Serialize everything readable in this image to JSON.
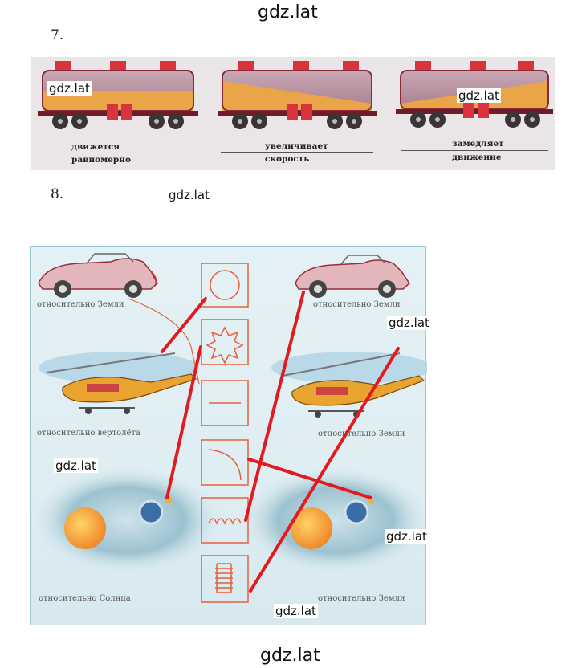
{
  "watermarks": {
    "top": "gdz.lat",
    "tank1": "gdz.lat",
    "tank3": "gdz.lat",
    "after8": "gdz.lat",
    "fig_right_top": "gdz.lat",
    "fig_left_mid": "gdz.lat",
    "fig_right_bottom": "gdz.lat",
    "fig_bottom": "gdz.lat",
    "bottom": "gdz.lat"
  },
  "task7": {
    "number": "7.",
    "tanks": [
      {
        "label_line1": "движется",
        "label_line2": "равномерно"
      },
      {
        "label_line1": "увеличивает",
        "label_line2": "скорость"
      },
      {
        "label_line1": "замедляет",
        "label_line2": "движение"
      }
    ]
  },
  "task8": {
    "number": "8.",
    "captions": {
      "car_left": "относительно Земли",
      "car_right": "относительно Земли",
      "heli_left": "относительно вертолёта",
      "heli_right": "относительно Земли",
      "sun_left": "относительно Солнца",
      "sun_right": "относительно Земли"
    },
    "trajectory_shapes": [
      "circle",
      "star",
      "straight-line",
      "arc",
      "loops",
      "spiral"
    ],
    "matches": [
      {
        "shape": "circle",
        "picture": "helicopter-left"
      },
      {
        "shape": "star",
        "picture": "earth-left"
      },
      {
        "shape": "arc",
        "picture": "earth-right"
      },
      {
        "shape": "loops",
        "picture": "car-right"
      },
      {
        "shape": "spiral",
        "picture": "helicopter-right"
      }
    ],
    "colors": {
      "line": "#e4191f",
      "box": "#e8603c"
    }
  }
}
